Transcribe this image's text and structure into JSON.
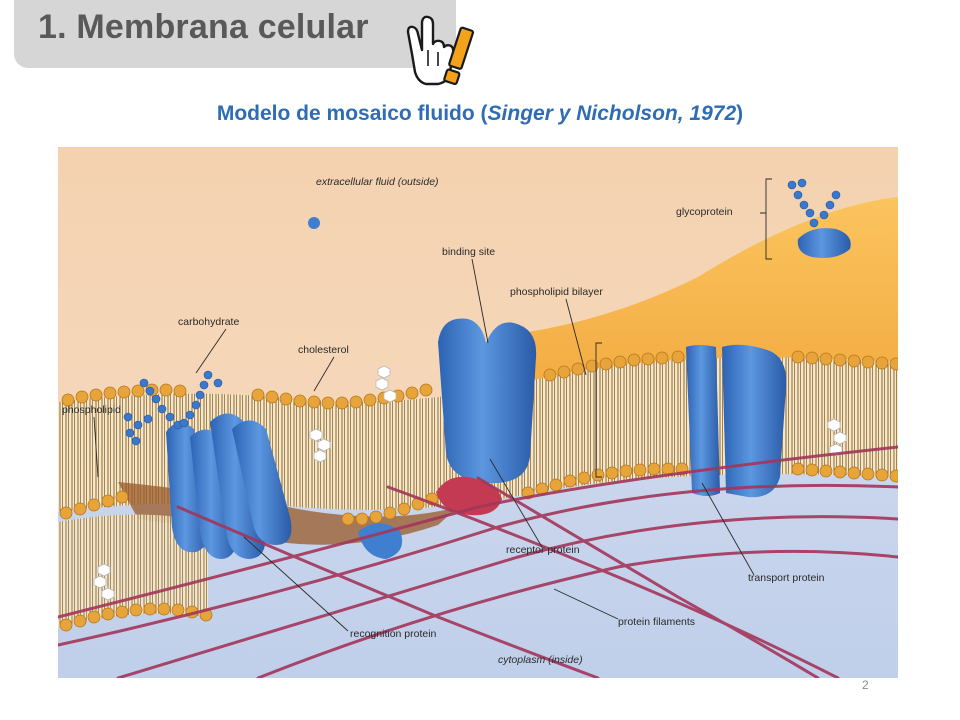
{
  "slide": {
    "title": "1. Membrana celular",
    "subtitle_main": "Modelo de mosaico fluido (",
    "subtitle_italic": "Singer y Nicholson, 1972",
    "subtitle_end": ")",
    "page_number": "2"
  },
  "figure": {
    "labels": {
      "extracellular": "extracellular fluid (outside)",
      "glycoprotein": "glycoprotein",
      "binding_site": "binding site",
      "phospholipid_bilayer": "phospholipid bilayer",
      "carbohydrate": "carbohydrate",
      "cholesterol": "cholesterol",
      "phospholipid": "phospholipid",
      "receptor_protein": "receptor protein",
      "transport_protein": "transport protein",
      "protein_filaments": "protein filaments",
      "recognition_protein": "recognition protein",
      "cytoplasm": "cytoplasm (inside)"
    }
  },
  "colors": {
    "title_tab": "#d6d6d6",
    "title_text": "#595959",
    "subtitle": "#2e6db4",
    "protein_blue": "#3f7fd0",
    "lipid_head": "#e6a43a",
    "filament": "#a3365a"
  }
}
